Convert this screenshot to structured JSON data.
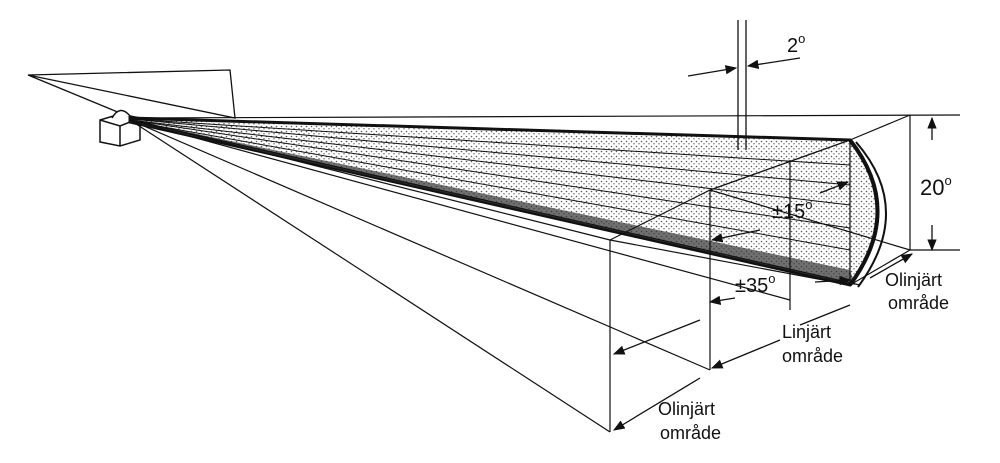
{
  "labels": {
    "beam_vertical_width": "2",
    "lateral_linear": "±15",
    "elevation_total": "20",
    "lateral_total": "±35",
    "degree_mark": "o",
    "nonlinear_upper_1": "Olinjärt",
    "nonlinear_upper_2": "område",
    "linear_1": "Linjärt",
    "linear_2": "område",
    "nonlinear_lower_1": "Olinjärt",
    "nonlinear_lower_2": "område"
  },
  "colors": {
    "ink": "#111111",
    "paper": "#ffffff",
    "stipple": "#5a5a5a"
  }
}
